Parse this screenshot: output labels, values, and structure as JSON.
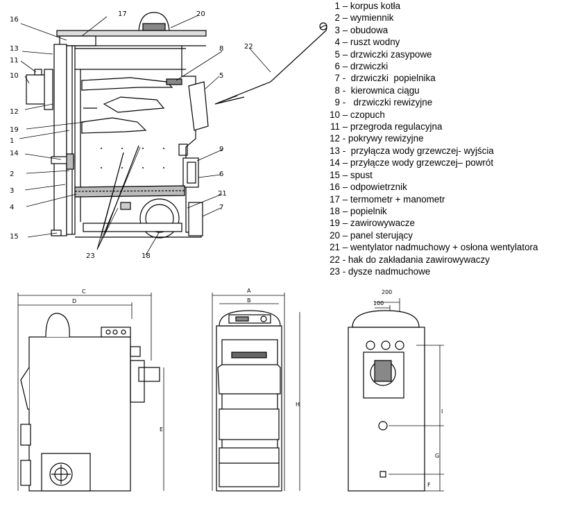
{
  "legend": [
    {
      "num": "1",
      "text": " – korpus kotła"
    },
    {
      "num": "2",
      "text": " – wymiennik"
    },
    {
      "num": "3",
      "text": " – obudowa"
    },
    {
      "num": "4",
      "text": " – ruszt wodny"
    },
    {
      "num": "5",
      "text": " – drzwiczki zasypowe"
    },
    {
      "num": "6",
      "text": " – drzwiczki"
    },
    {
      "num": "7",
      "text": " -  drzwiczki  popielnika"
    },
    {
      "num": "8",
      "text": " -  kierownica ciągu"
    },
    {
      "num": "9",
      "text": " -   drzwiczki rewizyjne"
    },
    {
      "num": "10",
      "text": " – czopuch"
    },
    {
      "num": "11",
      "text": " – przegroda regulacyjna"
    },
    {
      "num": "12",
      "text": " - pokrywy rewizyjne"
    },
    {
      "num": "13",
      "text": " -  przyłącza wody grzewczej- wyjścia"
    },
    {
      "num": "14",
      "text": " – przyłącze wody grzewczej– powrót"
    },
    {
      "num": "15",
      "text": " – spust"
    },
    {
      "num": "16",
      "text": " – odpowietrznik"
    },
    {
      "num": "17",
      "text": " – termometr + manometr"
    },
    {
      "num": "18",
      "text": " – popielnik"
    },
    {
      "num": "19",
      "text": " – zawirowywacze"
    },
    {
      "num": "20",
      "text": " – panel sterujący"
    },
    {
      "num": "21",
      "text": " – wentylator nadmuchowy + osłona wentylatora"
    },
    {
      "num": "22",
      "text": " - hak do zakładania zawirowywaczy"
    },
    {
      "num": "23",
      "text": " - dysze nadmuchowe"
    }
  ],
  "callouts": {
    "c1": "1",
    "c2": "2",
    "c3": "3",
    "c4": "4",
    "c5": "5",
    "c6": "6",
    "c7": "7",
    "c8": "8",
    "c9": "9",
    "c10": "10",
    "c11": "11",
    "c12": "12",
    "c13": "13",
    "c14": "14",
    "c15": "15",
    "c16": "16",
    "c17": "17",
    "c18": "18",
    "c19": "19",
    "c20": "20",
    "c21": "21",
    "c22": "22",
    "c23": "23"
  },
  "dimensions": {
    "C": "C",
    "D": "D",
    "E": "E",
    "A": "A",
    "B": "B",
    "H": "H",
    "d200": "200",
    "d100": "100",
    "I": "I",
    "G": "G",
    "F": "F"
  }
}
